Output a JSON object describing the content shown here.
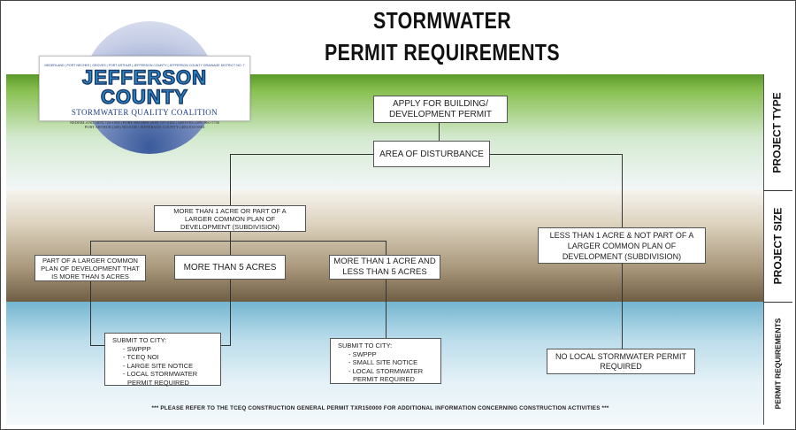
{
  "title": {
    "line1": "STORMWATER",
    "line2": "PERMIT REQUIREMENTS"
  },
  "logo": {
    "top_line": "NEDERLAND | PORT NECHES | GROVES | PORT ARTHUR | JEFFERSON COUNTY | JEFFERSON COUNTY DRAINAGE DISTRICT NO. 7",
    "name": "JEFFERSON COUNTY",
    "subtitle": "STORMWATER QUALITY COALITION",
    "contact_1": "NEDERLAND (409) 723-1502 | PORT NECHES (409) 727-2182 | GROVES (409) 960-5700",
    "contact_2": "PORT ARTHUR (409) 983-8180 | JEFFERSON COUNTY (409) 835-8584"
  },
  "bands": {
    "type_label": "PROJECT TYPE",
    "size_label": "PROJECT SIZE",
    "req_label": "PERMIT REQUIREMENTS"
  },
  "colors": {
    "type_band": "#7bb843",
    "size_band": "#8a7a5e",
    "req_band": "#8cc4da",
    "box_border": "#555555"
  },
  "nodes": {
    "apply": "APPLY FOR BUILDING/ DEVELOPMENT PERMIT",
    "area": "AREA OF DISTURBANCE",
    "more1": "MORE THAN 1 ACRE OR PART OF A LARGER COMMON PLAN OF DEVELOPMENT (SUBDIVISION)",
    "less1": "LESS THAN 1 ACRE & NOT PART OF A LARGER COMMON PLAN OF DEVELOPMENT (SUBDIVISION)",
    "partlarger": "PART OF A LARGER COMMON PLAN OF DEVELOPMENT THAT IS MORE THAN 5 ACRES",
    "more5": "MORE THAN 5 ACRES",
    "between": "MORE THAN 1 ACRE AND LESS THAN 5 ACRES",
    "req1_head": "SUBMIT TO CITY:",
    "req1_items": [
      "- SWPPP",
      "- TCEQ NOI",
      "- LARGE SITE NOTICE",
      "- LOCAL STORMWATER",
      "PERMIT REQUIRED"
    ],
    "req2_head": "SUBMIT TO CITY:",
    "req2_items": [
      "- SWPPP",
      "- SMALL SITE NOTICE",
      "- LOCAL STORMWATER",
      "PERMIT REQUIRED"
    ],
    "none": "NO LOCAL STORMWATER PERMIT REQUIRED"
  },
  "footer": "*** PLEASE REFER TO THE TCEQ CONSTRUCTION GENERAL PERMIT TXR150000 FOR ADDITIONAL INFORMATION CONCERNING CONSTRUCTION ACTIVITIES ***"
}
